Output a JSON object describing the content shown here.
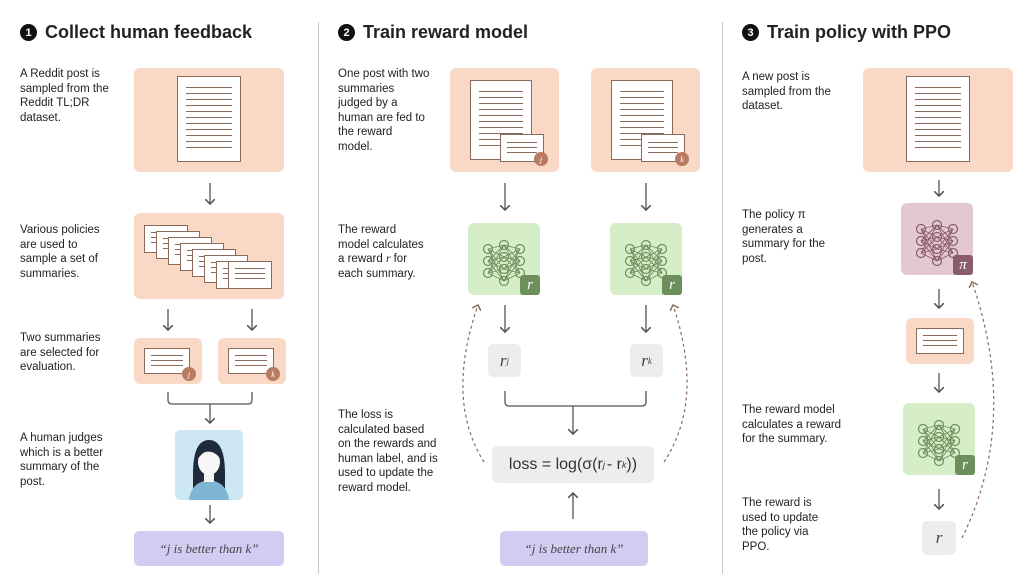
{
  "col1": {
    "number": "1",
    "title": "Collect human feedback",
    "desc1": "A Reddit post is sampled from the Reddit TL;DR dataset.",
    "desc2": "Various policies are used to sample a set of summaries.",
    "desc3": "Two summaries are selected for evaluation.",
    "desc4": "A human judges which is a better summary of the post.",
    "badge_j": "j",
    "badge_k": "k",
    "quote": "“j is better than k”"
  },
  "col2": {
    "number": "2",
    "title": "Train reward model",
    "desc1": "One post with two summaries judged by a human are fed to the reward model.",
    "desc2": "The reward model calculates a reward r for each summary.",
    "desc3": "The loss is calculated based on the rewards and human label, and is used to update the reward model.",
    "badge_j": "j",
    "badge_k": "k",
    "r_tag": "r",
    "rj": "r",
    "rj_sub": "j",
    "rk": "r",
    "rk_sub": "k",
    "loss": "loss = log(σ(r",
    "loss_sub_j": "j",
    "loss_mid": "- r",
    "loss_sub_k": "k",
    "loss_end": "))",
    "quote": "“j is better than k”"
  },
  "col3": {
    "number": "3",
    "title": "Train policy with PPO",
    "desc1": "A new post is sampled from the dataset.",
    "desc2": "The policy π generates a summary for the post.",
    "desc3": "The reward model calculates a reward for the summary.",
    "desc4": "The reward is used to update the policy via PPO.",
    "pi_tag": "π",
    "r_tag": "r",
    "r_value": "r"
  },
  "colors": {
    "peach": "#fad8c6",
    "green": "#d5eec8",
    "mauve": "#e3c8d3",
    "lavender": "#d2ccf2",
    "gray": "#ededed"
  }
}
